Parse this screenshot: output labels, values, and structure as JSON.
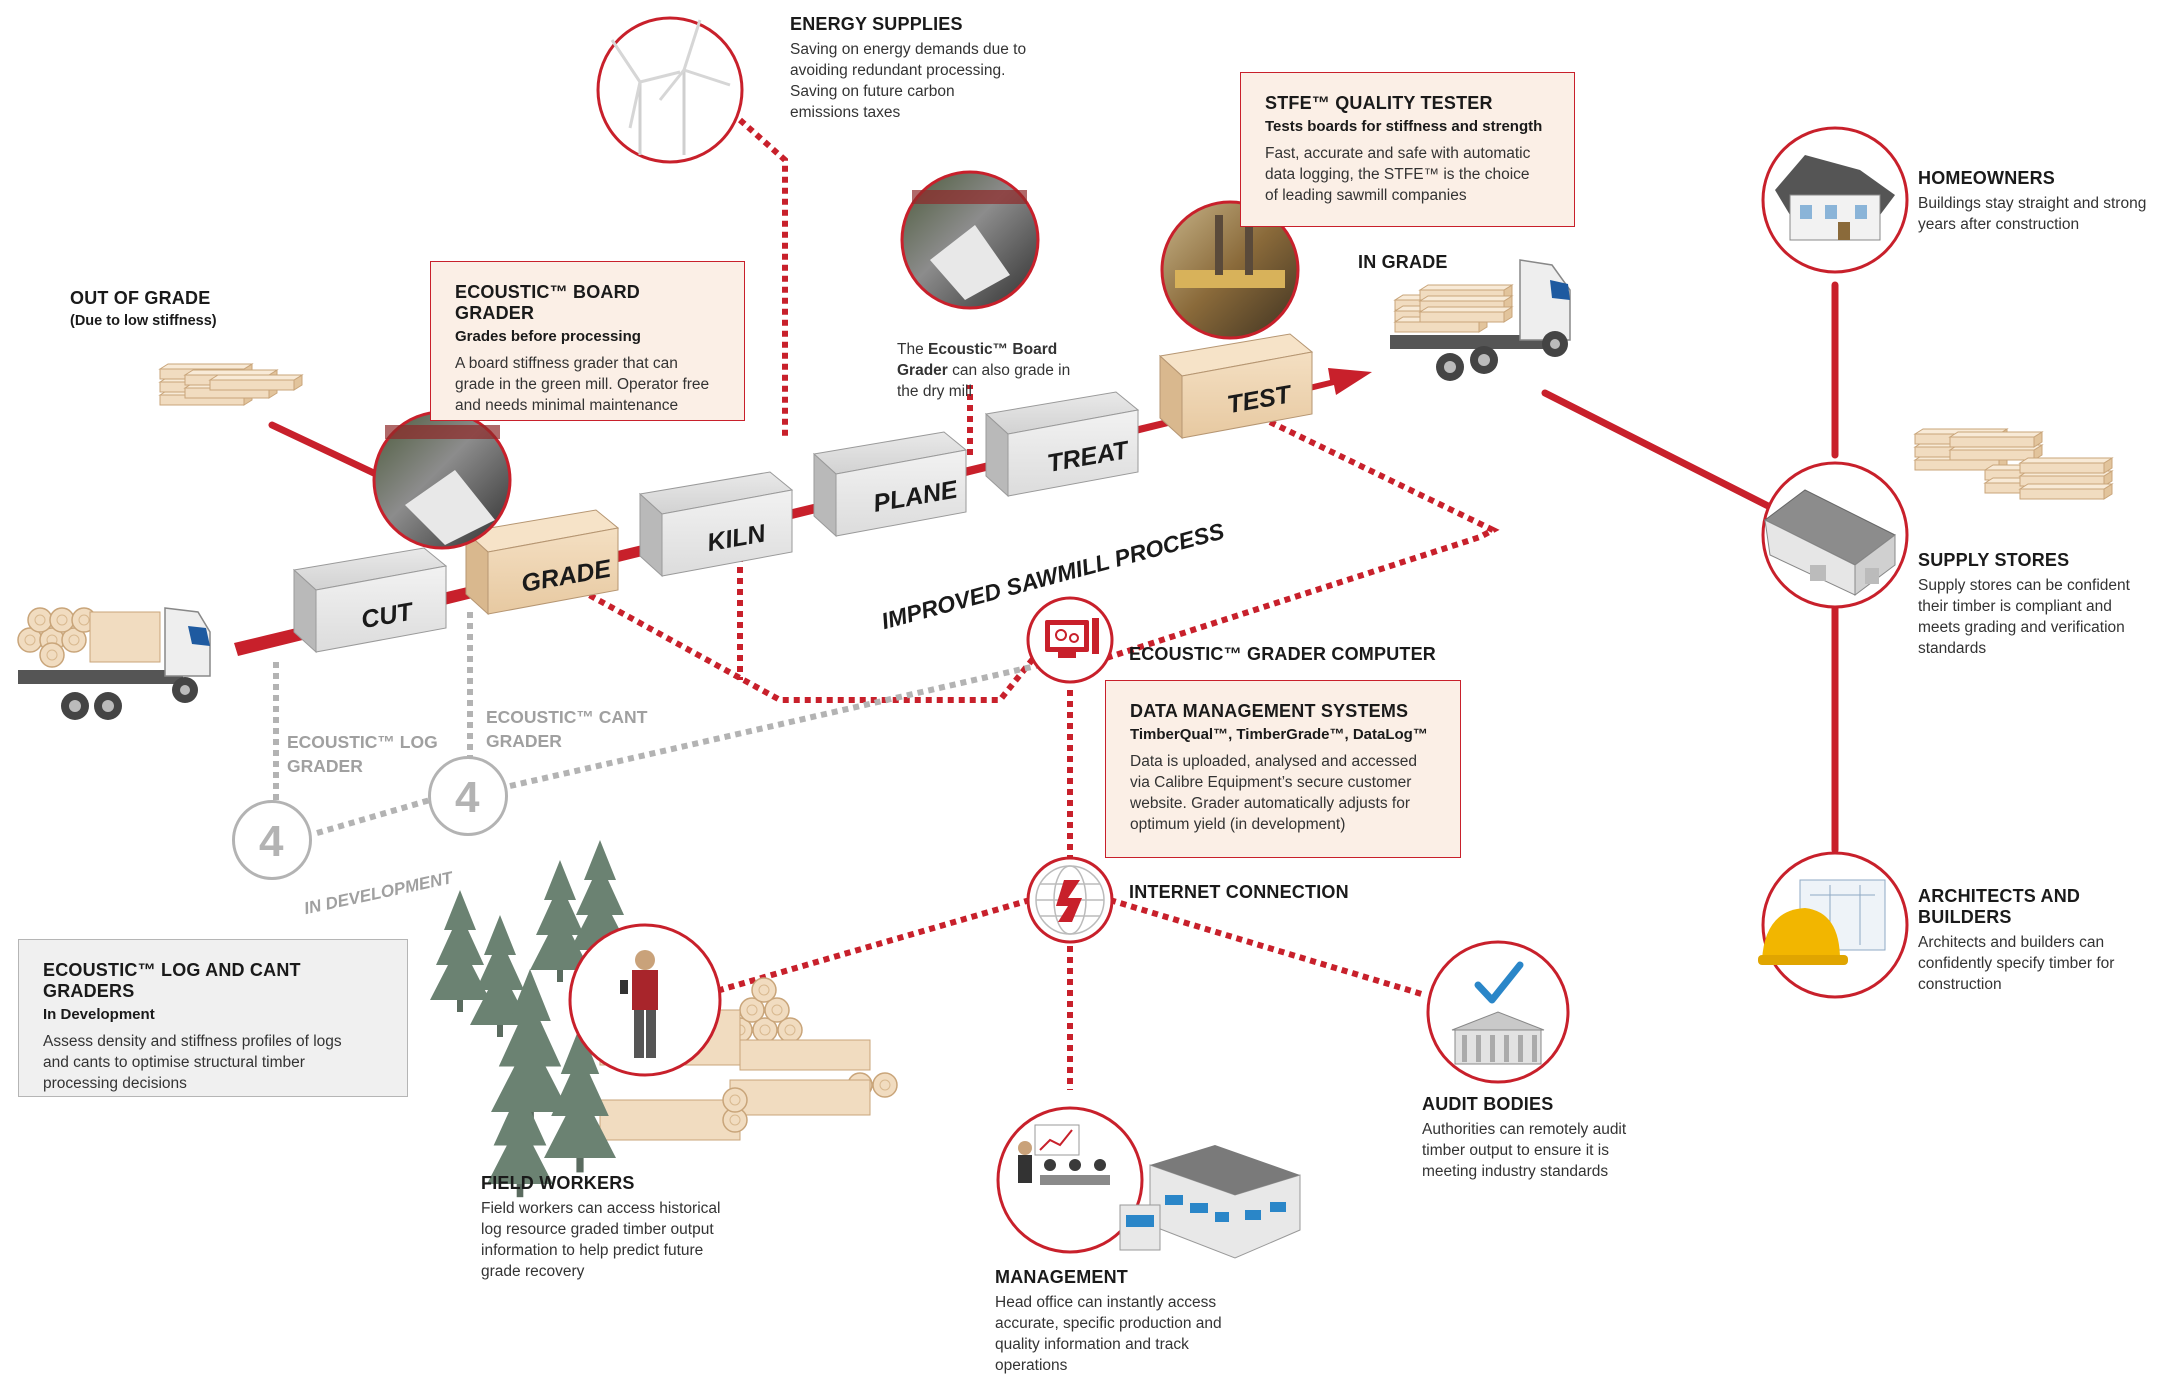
{
  "stages": {
    "cut": "CUT",
    "grade": "GRADE",
    "kiln": "KILN",
    "plane": "PLANE",
    "treat": "TREAT",
    "test": "TEST"
  },
  "process_label": "IMPROVED SAWMILL PROCESS",
  "in_development_label": "IN DEVELOPMENT",
  "out_of_grade": {
    "title": "OUT OF GRADE",
    "subtitle": "(Due to low stiffness)"
  },
  "in_grade": {
    "title": "IN GRADE"
  },
  "energy": {
    "title": "ENERGY SUPPLIES",
    "body": "Saving on energy demands due to\navoiding redundant processing.\nSaving on future carbon\nemissions taxes"
  },
  "board_grader": {
    "title": "ECOUSTIC™ BOARD GRADER",
    "subtitle": "Grades before processing",
    "body": "A board stiffness grader that can\ngrade in the green mill. Operator free\nand needs minimal maintenance"
  },
  "dry_mill_note": {
    "prefix": "The ",
    "bold": "Ecoustic™ Board Grader",
    "suffix": " can also grade in the dry mill"
  },
  "stfe": {
    "title": "STFE™ QUALITY TESTER",
    "subtitle": "Tests boards for stiffness and strength",
    "body": "Fast, accurate and safe with automatic\ndata logging, the STFE™ is the choice\nof leading sawmill companies"
  },
  "log_grader_label": "ECOUSTIC™ LOG\nGRADER",
  "cant_grader_label": "ECOUSTIC™ CANT\nGRADER",
  "grader_computer": {
    "title": "ECOUSTIC™ GRADER COMPUTER"
  },
  "data_mgmt": {
    "title": "DATA MANAGEMENT SYSTEMS",
    "subtitle": "TimberQual™, TimberGrade™, DataLog™",
    "body": "Data is uploaded, analysed and accessed\nvia Calibre Equipment’s secure customer\nwebsite.  Grader automatically adjusts for\noptimum yield (in development)"
  },
  "internet": {
    "title": "INTERNET CONNECTION"
  },
  "log_cant_box": {
    "title": "ECOUSTIC™  LOG AND CANT GRADERS",
    "subtitle": "In Development",
    "body": "Assess density and stiffness profiles of logs\nand cants to optimise structural timber\nprocessing decisions"
  },
  "field_workers": {
    "title": "FIELD WORKERS",
    "body": "Field workers can access historical\nlog resource graded timber output\ninformation to help predict future\ngrade recovery"
  },
  "management": {
    "title": "MANAGEMENT",
    "body": "Head office can instantly access\naccurate, specific production and\nquality information and track\noperations"
  },
  "audit": {
    "title": "AUDIT BODIES",
    "body": "Authorities can remotely audit\ntimber output to ensure it is\nmeeting industry standards"
  },
  "homeowners": {
    "title": "HOMEOWNERS",
    "body": "Buildings stay straight and strong\nyears after construction"
  },
  "supply_stores": {
    "title": "SUPPLY STORES",
    "body": "Supply stores can be confident\ntheir timber is compliant and\nmeets grading and verification\nstandards"
  },
  "architects": {
    "title": "ARCHITECTS AND BUILDERS",
    "body": "Architects and builders can\nconfidently specify timber for\nconstruction"
  },
  "colors": {
    "accent": "#c8202b",
    "callout_bg": "#fbefe6",
    "grey_dev": "#b3b3b3",
    "tree": "#6b8272",
    "timber": "#f1dcc0"
  }
}
